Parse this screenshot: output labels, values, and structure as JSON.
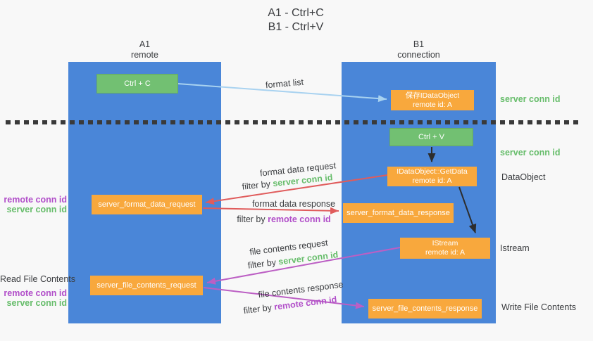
{
  "title": {
    "line1": "A1 - Ctrl+C",
    "line2": "B1 - Ctrl+V"
  },
  "lanes": {
    "left": {
      "name": "A1",
      "role": "remote"
    },
    "right": {
      "name": "B1",
      "role": "connection"
    }
  },
  "nodes": {
    "ctrl_c": "Ctrl + C",
    "ctrl_v": "Ctrl + V",
    "save_idataobject": {
      "line1": "保存IDataObject",
      "line2": "remote id: A"
    },
    "getdata": {
      "line1": "IDataObject::GetData",
      "line2": "remote id: A"
    },
    "istream": {
      "line1": "IStream",
      "line2": "remote id: A"
    },
    "format_request": "server_format_data_request",
    "format_response": "server_format_data_response",
    "file_request": "server_file_contents_request",
    "file_response": "server_file_contents_response"
  },
  "edge_labels": {
    "format_list": "format list",
    "format_data_request": "format data request",
    "format_data_response": "format data response",
    "file_contents_request": "file contents request",
    "file_contents_response": "file contents response"
  },
  "shared": {
    "filter_by": "filter by",
    "server_conn_id": "server conn id",
    "remote_conn_id": "remote conn id"
  },
  "side_labels": {
    "dataobject": "DataObject",
    "istream": "Istream",
    "read_file_contents": "Read File Contents",
    "write_file_contents": "Write File Contents"
  },
  "colors": {
    "lane_blue": "#4a86d8",
    "node_green": "#72c072",
    "node_orange": "#f8a83d",
    "arrow_red": "#e05c5c",
    "arrow_purple": "#bc5fc4",
    "arrow_blue": "#a8d2f0",
    "arrow_black": "#2d2d2d",
    "label_green": "#67bd6b",
    "label_purple": "#b14ec9",
    "text_dark": "#3b3d40"
  }
}
